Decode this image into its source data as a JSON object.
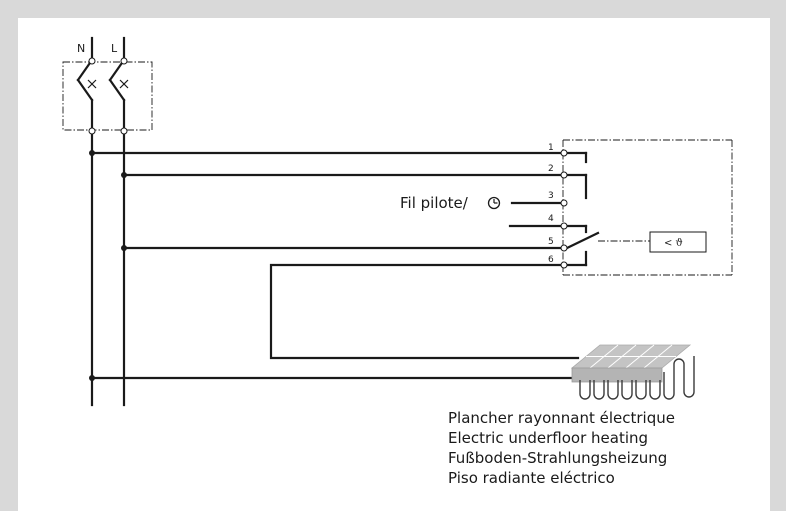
{
  "supply": {
    "neutral_label": "N",
    "live_label": "L"
  },
  "terminals": {
    "t1": "1",
    "t2": "2",
    "t3": "3",
    "t4": "4",
    "t5": "5",
    "t6": "6"
  },
  "pilot_wire": {
    "label": "Fil pilote/"
  },
  "sensor": {
    "label": "< ϑ"
  },
  "heating_caption": {
    "fr": "Plancher rayonnant électrique",
    "en": "Electric underfloor heating",
    "de": "Fußboden-Strahlungsheizung",
    "es": "Piso radiante eléctrico"
  }
}
